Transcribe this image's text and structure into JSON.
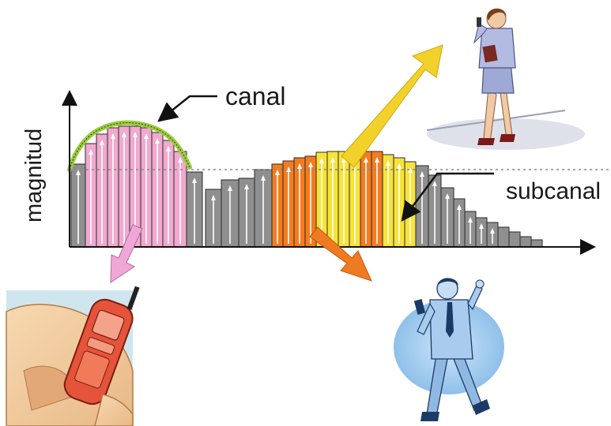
{
  "labels": {
    "canal": "canal",
    "subcanal": "subcanal",
    "magnitud": "magnitud"
  },
  "colors": {
    "pink": "#f0a9cf",
    "gray": "#8f8f8f",
    "orange": "#f47c1e",
    "yellow": "#f7e33a",
    "yellow_arrow": "#f2d22a",
    "orange_arrow": "#f07a22",
    "pink_arrow": "#eea7d6",
    "green_curve": "#9ccc3c",
    "phone_red": "#e4533a",
    "person_blue": "#8fb9e2"
  },
  "icons": {
    "phone": "mobile-phone-icon",
    "woman": "woman-on-phone-icon",
    "man": "man-with-phone-icon"
  }
}
